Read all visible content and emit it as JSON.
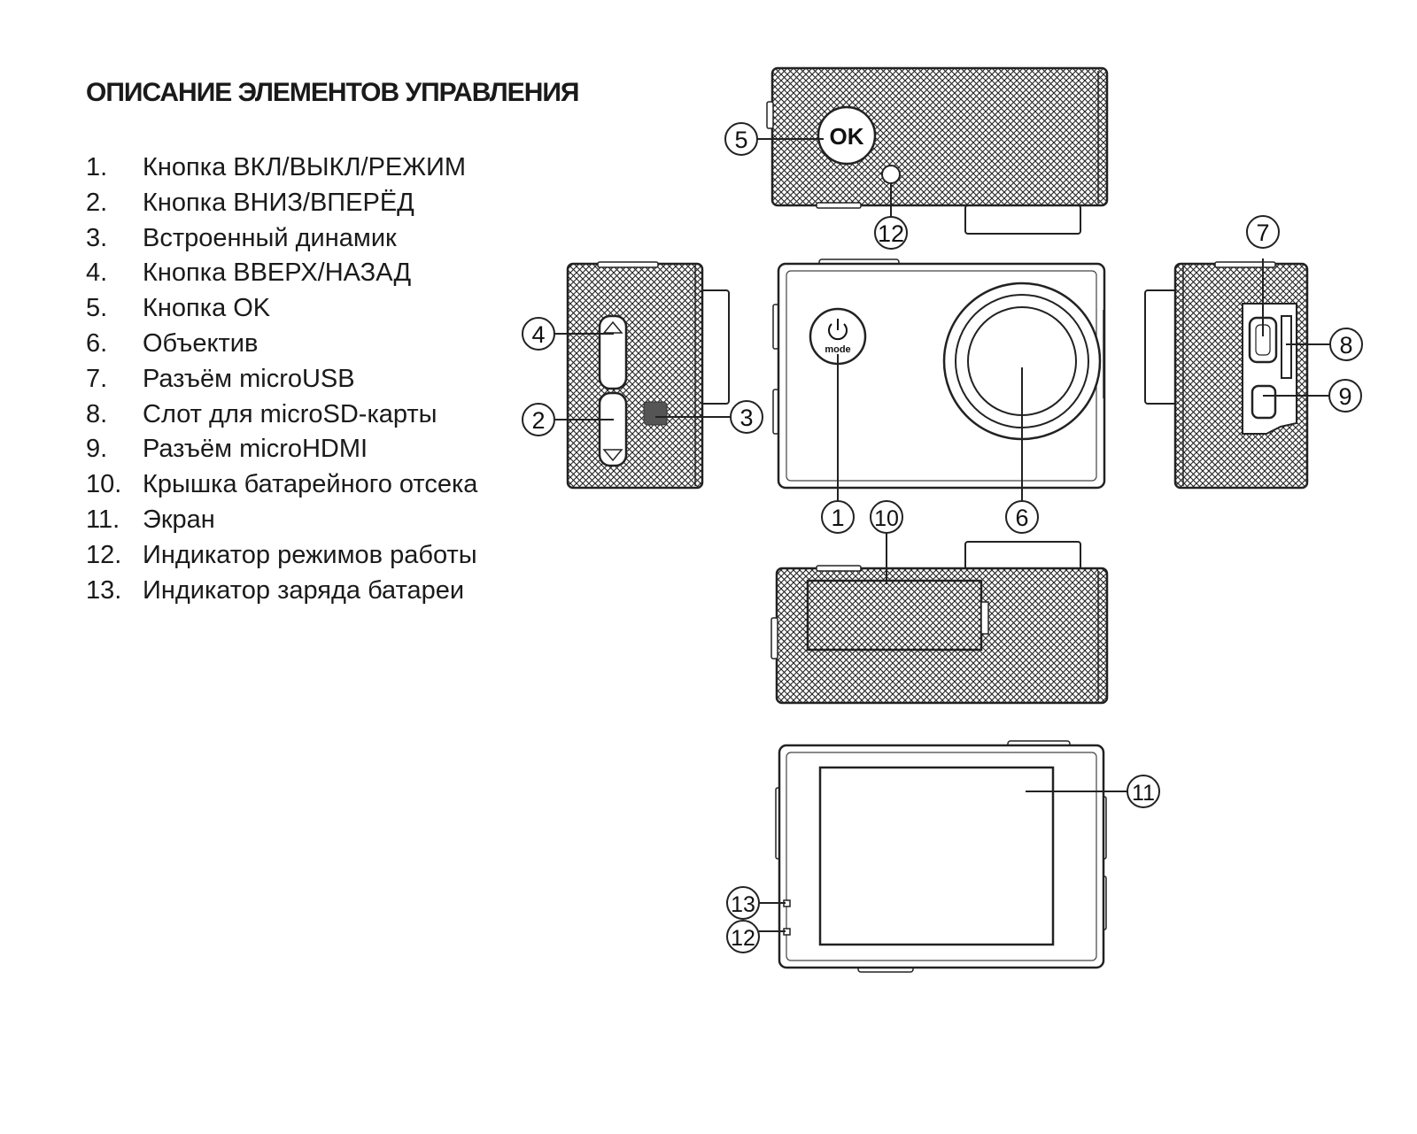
{
  "heading": "ОПИСАНИЕ ЭЛЕМЕНТОВ УПРАВЛЕНИЯ",
  "items": [
    {
      "num": "1.",
      "text": "Кнопка ВКЛ/ВЫКЛ/РЕЖИМ"
    },
    {
      "num": "2.",
      "text": "Кнопка ВНИЗ/ВПЕРЁД"
    },
    {
      "num": "3.",
      "text": "Встроенный динамик"
    },
    {
      "num": "4.",
      "text": "Кнопка ВВЕРХ/НАЗАД"
    },
    {
      "num": "5.",
      "text": "Кнопка OK"
    },
    {
      "num": "6.",
      "text": "Объектив"
    },
    {
      "num": "7.",
      "text": "Разъём microUSB"
    },
    {
      "num": "8.",
      "text": "Слот для microSD-карты"
    },
    {
      "num": "9.",
      "text": "Разъём microHDMI"
    },
    {
      "num": "10.",
      "text": "Крышка батарейного отсека"
    },
    {
      "num": "11.",
      "text": "Экран"
    },
    {
      "num": "12.",
      "text": "Индикатор режимов работы"
    },
    {
      "num": "13.",
      "text": "Индикатор заряда батареи"
    }
  ],
  "diagram": {
    "ok_label": "OK",
    "mode_label": "mode",
    "callouts": {
      "c1": "1",
      "c2": "2",
      "c3": "3",
      "c4": "4",
      "c5": "5",
      "c6": "6",
      "c7": "7",
      "c8": "8",
      "c9": "9",
      "c10": "10",
      "c11": "11",
      "c12_top": "12",
      "c12_back": "12",
      "c13": "13"
    }
  }
}
